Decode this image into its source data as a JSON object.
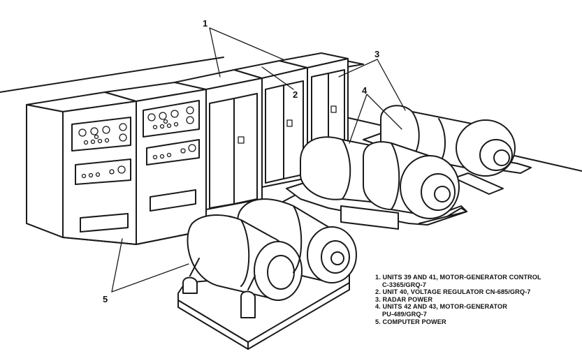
{
  "callouts": {
    "c1": "1",
    "c2": "2",
    "c3": "3",
    "c4": "4",
    "c5": "5"
  },
  "legend": {
    "item1_line1": "1. UNITS 39 AND 41, MOTOR-GENERATOR CONTROL",
    "item1_line2": "C-3365/GRQ-7",
    "item2": "2. UNIT 40, VOLTAGE REGULATOR CN-685/GRQ-7",
    "item3": "3. RADAR POWER",
    "item4_line1": "4. UNITS 42 AND 43, MOTOR-GENERATOR",
    "item4_line2": "PU-489/GRQ-7",
    "item5": "5. COMPUTER POWER"
  }
}
